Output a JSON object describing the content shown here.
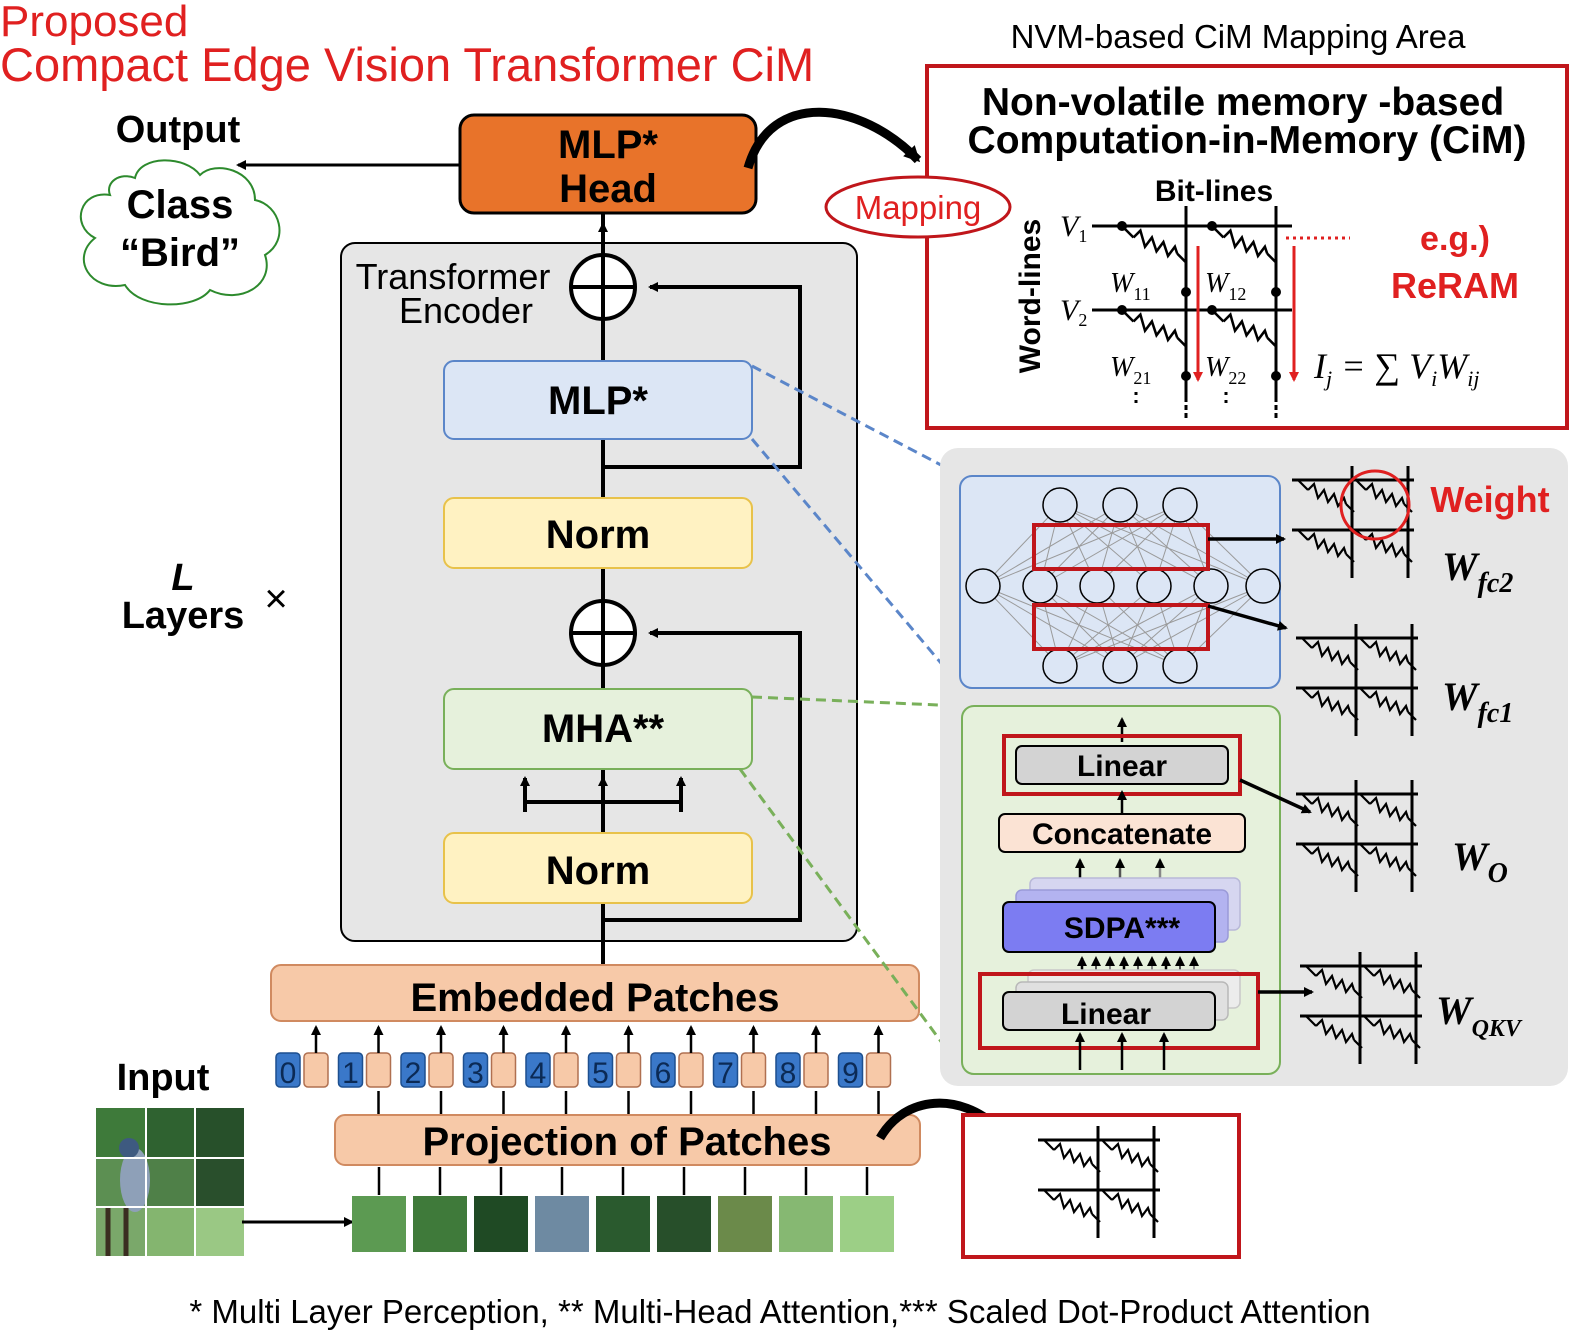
{
  "title": {
    "line1": "Proposed",
    "line2": "Compact Edge Vision Transformer CiM"
  },
  "colors": {
    "red": "#e02020",
    "darkred": "#c0161b",
    "orange": "#e8732a",
    "peach": "#f7c9a8",
    "blue_box": "#dce6f5",
    "blue_border": "#5b86c9",
    "yellow_box": "#fff2c2",
    "yellow_border": "#e8c24a",
    "green_box": "#e6f1dc",
    "green_border": "#79b05a",
    "encoder_bg": "#e6e6e6",
    "patch_blue": "#3a78c9",
    "sdpa": "#7c7cf2"
  },
  "output": {
    "label": "Output",
    "cloud_line1": "Class",
    "cloud_line2": "“Bird”"
  },
  "mlp_head": {
    "line1": "MLP*",
    "line2": "Head"
  },
  "encoder": {
    "title_line1": "Transformer",
    "title_line2": "Encoder",
    "mlp": "MLP*",
    "norm_top": "Norm",
    "mha": "MHA**",
    "norm_bottom": "Norm"
  },
  "layers": {
    "symbol": "L",
    "label": "Layers",
    "times": "×"
  },
  "embedded_patches": "Embedded Patches",
  "position_indices": [
    "0",
    "1",
    "2",
    "3",
    "4",
    "5",
    "6",
    "7",
    "8",
    "9"
  ],
  "input_label": "Input",
  "projection": "Projection of  Patches",
  "cim": {
    "area_label": "NVM-based CiM Mapping Area",
    "title_line1": "Non-volatile memory -based",
    "title_line2": "Computation-in-Memory (CiM)",
    "mapping": "Mapping",
    "bitlines": "Bit-lines",
    "wordlines": "Word-lines",
    "v1": "V",
    "v1_sub": "1",
    "v2": "V",
    "v2_sub": "2",
    "w11": "W",
    "w11_sub": "11",
    "w12": "W",
    "w12_sub": "12",
    "w21": "W",
    "w21_sub": "21",
    "w22": "W",
    "w22_sub": "22",
    "eg_line1": "e.g.)",
    "eg_line2": "ReRAM",
    "equation": "I",
    "equation_sub": "j",
    "equation_rest": " = ∑ V",
    "equation_vi": "i",
    "equation_w": "W",
    "equation_wij": "ij"
  },
  "detail": {
    "weight": "Weight",
    "wfc2": "W",
    "wfc2_sub": "fc2",
    "wfc1": "W",
    "wfc1_sub": "fc1",
    "wo": "W",
    "wo_sub": "O",
    "wqkv": "W",
    "wqkv_sub": "QKV",
    "linear_top": "Linear",
    "concatenate": "Concatenate",
    "sdpa": "SDPA***",
    "linear_bottom": "Linear"
  },
  "footnote": "* Multi Layer Perception, ** Multi-Head Attention,*** Scaled Dot-Product Attention"
}
